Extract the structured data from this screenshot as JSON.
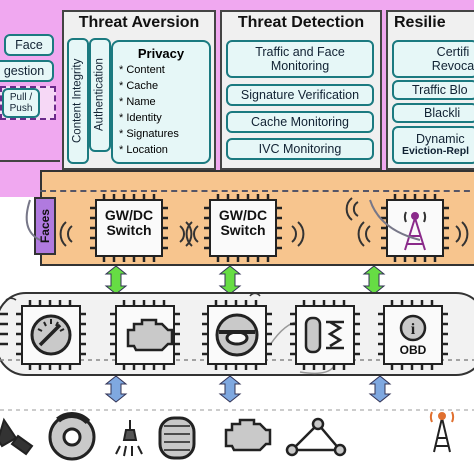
{
  "left_tabs": {
    "face": "Face",
    "ingestion": "gestion",
    "pull_push": "Pull / Push"
  },
  "threat_aversion": {
    "title": "Threat Aversion",
    "content_integrity": "Content Integrity",
    "authentication": "Authentication",
    "privacy_title": "Privacy",
    "privacy_items": [
      "* Content",
      "* Cache",
      "* Name",
      "* Identity",
      "* Signatures",
      "* Location"
    ]
  },
  "threat_detection": {
    "title": "Threat Detection",
    "items": [
      "Traffic and Face Monitoring",
      "Signature Verification",
      "Cache Monitoring",
      "IVC Monitoring"
    ]
  },
  "resilience": {
    "title": "Resilie",
    "items": [
      "Certifi Revoca",
      "Traffic Blo",
      "Blackli"
    ],
    "dynamic_line1": "Dynamic",
    "dynamic_line2": "Eviction-Repl"
  },
  "network": {
    "faces_label": "Faces",
    "gateways": [
      "GW/DC Switch",
      "GW/DC Switch"
    ],
    "ecu_obd_label": "OBD"
  },
  "colors": {
    "magenta_bg": "#f0a8f0",
    "network_orange": "#f7c58e",
    "ecu_row": "#f2f2f2",
    "teal_border": "#1b7a80",
    "pill_fill": "#e6f7f7",
    "green_arrow": "#66dd44",
    "blue_arrow": "#7fa8e0",
    "faces_purple": "#b07adf"
  },
  "icons": {
    "ecus": [
      "speedometer-icon",
      "engine-icon",
      "steering-wheel-icon",
      "suspension-icon",
      "info-obd-icon"
    ],
    "sensors": [
      "seat-icon",
      "brake-disc-icon",
      "sprayer-icon",
      "tire-icon",
      "engine-icon",
      "conveyor-icon",
      "antenna-icon"
    ]
  }
}
